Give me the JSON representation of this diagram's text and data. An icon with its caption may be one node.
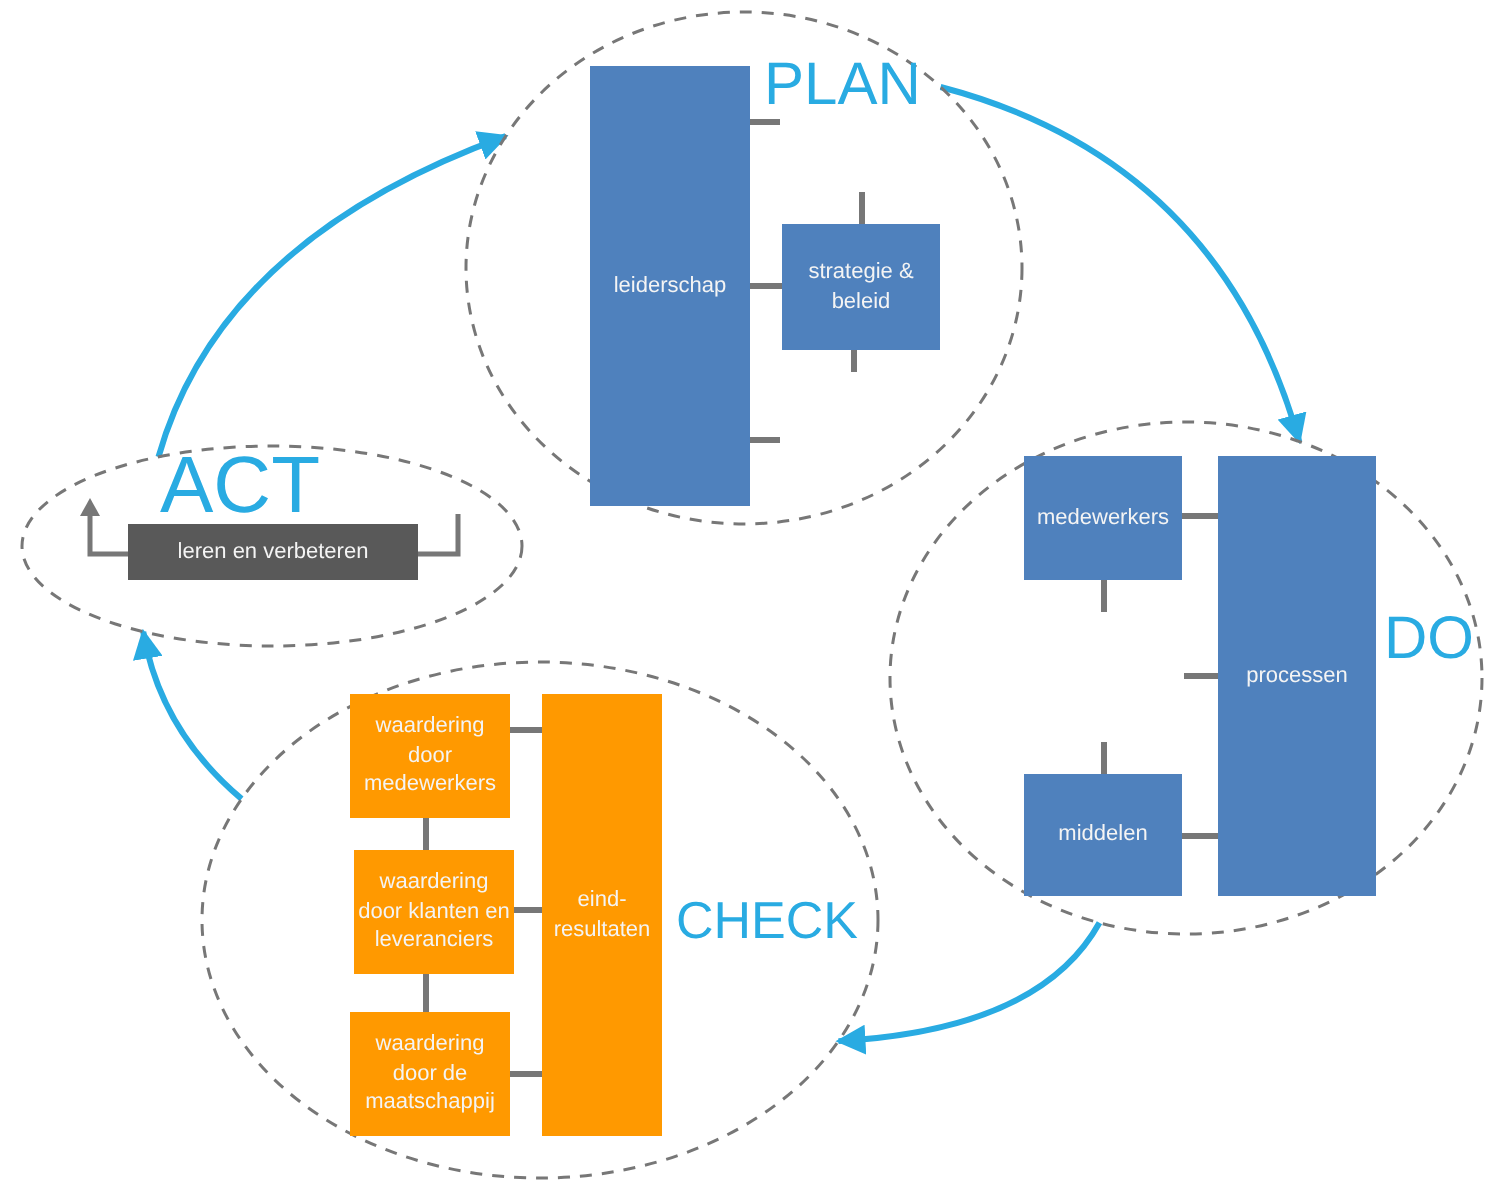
{
  "diagram": {
    "nodes": [
      {
        "text": [
          "PLAN"
        ]
      },
      {
        "text": [
          "leiderschap"
        ],
        "in": 0
      },
      {
        "text": [
          "strategie & beleid"
        ],
        "in": 0
      },
      {
        "text": [
          "DO"
        ]
      },
      {
        "text": [
          "medewerkers"
        ],
        "in": 3
      },
      {
        "text": [
          "processen"
        ],
        "in": 3
      },
      {
        "text": [
          "middelen"
        ],
        "in": 3
      },
      {
        "text": [
          "CHECK"
        ]
      },
      {
        "text": [
          "waardering door medewerkers"
        ],
        "in": 7
      },
      {
        "text": [
          "waardering door klanten en leveranciers"
        ],
        "in": 7
      },
      {
        "text": [
          "waardering door de maatschappij"
        ],
        "in": 7
      },
      {
        "text": [
          "eind-resultaten"
        ],
        "in": 7
      },
      {
        "text": [
          "ACT"
        ]
      },
      {
        "text": [
          "leren en verbeteren"
        ],
        "in": 12
      }
    ],
    "edges": [
      {
        "from": 12,
        "to": 0,
        "arrow": "to",
        "color": "#29abe2"
      },
      {
        "from": 0,
        "to": 3,
        "arrow": "to",
        "color": "#29abe2"
      },
      {
        "from": 3,
        "to": 7,
        "arrow": "to",
        "color": "#29abe2"
      },
      {
        "from": 7,
        "to": 12,
        "arrow": "to",
        "color": "#29abe2"
      },
      {
        "from": 1,
        "to": 2,
        "arrow": "none"
      },
      {
        "from": 4,
        "to": 5,
        "arrow": "none"
      },
      {
        "from": 6,
        "to": 5,
        "arrow": "none"
      },
      {
        "from": 8,
        "to": 9,
        "arrow": "none"
      },
      {
        "from": 9,
        "to": 10,
        "arrow": "none"
      },
      {
        "from": 8,
        "to": 11,
        "arrow": "none"
      },
      {
        "from": 9,
        "to": 11,
        "arrow": "none"
      },
      {
        "from": 10,
        "to": 11,
        "arrow": "none"
      }
    ]
  }
}
